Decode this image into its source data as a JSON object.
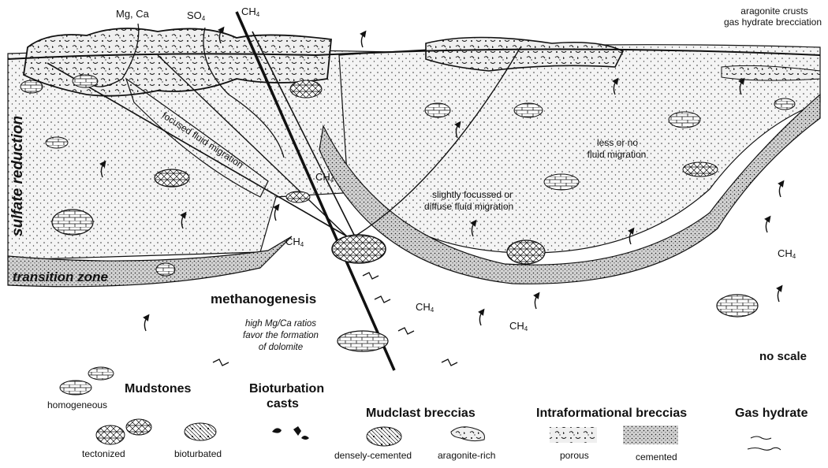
{
  "labels": {
    "mg_ca": "Mg, Ca",
    "so4": "SO",
    "so4_sub": "4",
    "ch4_top": "CH",
    "ch4_sub": "4",
    "aragonite_crusts": "aragonite crusts",
    "gas_hydrate_brecciation": "gas hydrate brecciation",
    "sulfate_reduction": "sulfate reduction",
    "transition_zone": "transition zone",
    "focused_fluid_migration": "focused fluid migration",
    "less_or_no_fluid_migration_1": "less or no",
    "less_or_no_fluid_migration_2": "fluid migration",
    "slightly_focussed_1": "slightly focussed or",
    "slightly_focussed_2": "diffuse fluid migration",
    "methanogenesis": "methanogenesis",
    "high_mg_ca_1": "high Mg/Ca ratios",
    "high_mg_ca_2": "favor the formation",
    "high_mg_ca_3": "of dolomite",
    "no_scale": "no scale",
    "ch4": "CH",
    "sub4": "4"
  },
  "legend": {
    "mudstones": "Mudstones",
    "homogeneous": "homogeneous",
    "tectonized": "tectonized",
    "bioturbated": "bioturbated",
    "bioturbation_casts_1": "Bioturbation",
    "bioturbation_casts_2": "casts",
    "mudclast_breccias": "Mudclast breccias",
    "densely_cemented": "densely-cemented",
    "aragonite_rich": "aragonite-rich",
    "intraformational_breccias": "Intraformational breccias",
    "porous": "porous",
    "cemented": "cemented",
    "gas_hydrate": "Gas hydrate"
  }
}
